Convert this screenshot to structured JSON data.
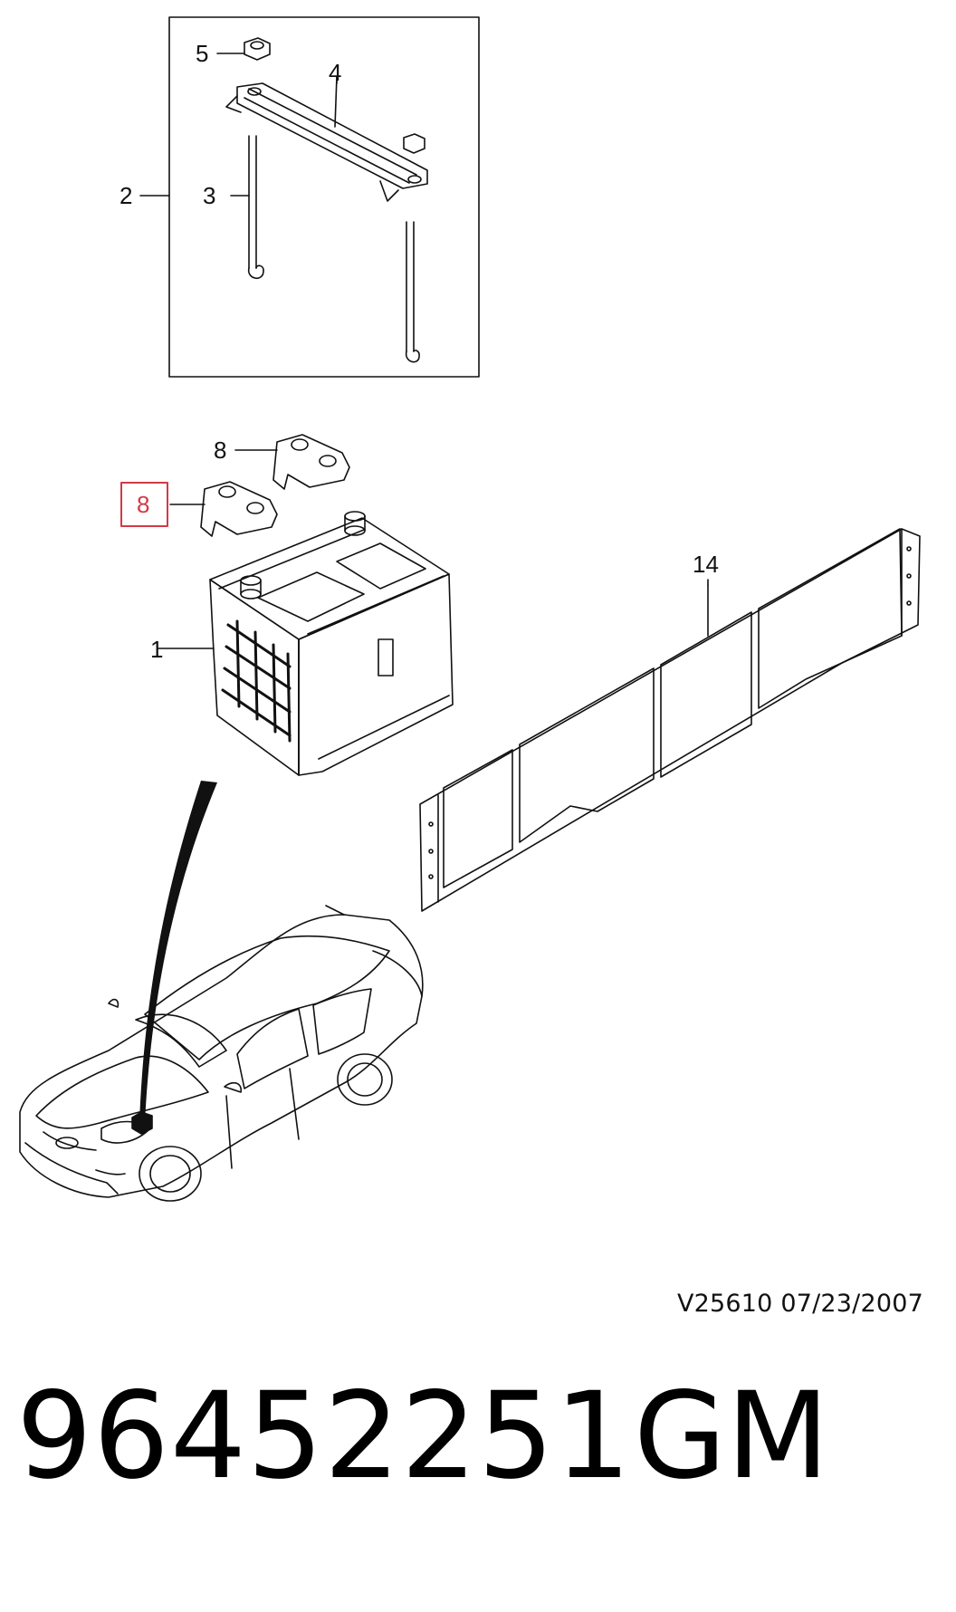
{
  "callouts": {
    "c1": "1",
    "c2": "2",
    "c3": "3",
    "c4": "4",
    "c5": "5",
    "c8_top": "8",
    "c8_highlight": "8",
    "c14": "14"
  },
  "reference": "V25610  07/23/2007",
  "footer": {
    "part_number": "96452251",
    "brand": "GM"
  },
  "colors": {
    "line": "#111111",
    "highlight": "#d23a45"
  }
}
